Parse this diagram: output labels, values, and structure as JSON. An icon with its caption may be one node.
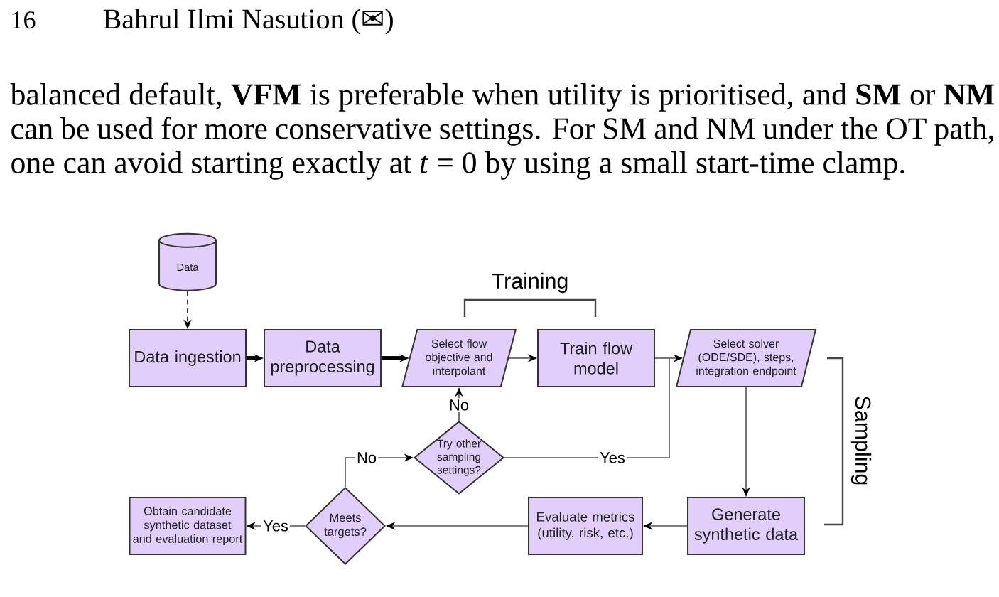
{
  "diagram": {
    "nodes": [
      {
        "text": [
          "Data"
        ]
      },
      {
        "text": [
          "Data ingestion"
        ]
      },
      {
        "text": [
          "Data preprocessing"
        ]
      },
      {
        "text": [
          "Select flow objective and interpolant"
        ]
      },
      {
        "text": [
          "Train flow model"
        ]
      },
      {
        "text": [
          "Select solver (ODE/SDE), steps, integration endpoint"
        ]
      },
      {
        "text": [
          "Try other sampling settings?"
        ]
      },
      {
        "text": [
          "Obtain candidate synthetic dataset and evaluation report"
        ]
      },
      {
        "text": [
          "Meets targets?"
        ]
      },
      {
        "text": [
          "Evaluate metrics (utility, risk, etc.)"
        ]
      },
      {
        "text": [
          "Generate synthetic data"
        ]
      }
    ],
    "edges": [
      {
        "from": 0,
        "to": 1,
        "arrow": "to",
        "style": "dashed"
      },
      {
        "from": 1,
        "to": 2,
        "arrow": "to",
        "style": "thick"
      },
      {
        "from": 2,
        "to": 3,
        "arrow": "to",
        "style": "thick"
      },
      {
        "from": 3,
        "to": 4,
        "arrow": "to"
      },
      {
        "from": 4,
        "to": 5,
        "arrow": "to"
      },
      {
        "from": 5,
        "to": 10,
        "arrow": "to"
      },
      {
        "from": 10,
        "to": 9,
        "arrow": "to"
      },
      {
        "from": 9,
        "to": 8,
        "arrow": "to"
      },
      {
        "from": 8,
        "to": 7,
        "arrow": "to",
        "label": "Yes"
      },
      {
        "from": 8,
        "to": 6,
        "arrow": "to",
        "label": "No"
      },
      {
        "from": 6,
        "to": 3,
        "arrow": "to",
        "label": "No"
      },
      {
        "from": 6,
        "to": 5,
        "arrow": "to",
        "label": "Yes"
      }
    ],
    "labels": [
      "16",
      "Bahrul Ilmi Nasution (✉)",
      "balanced default, **VFM** is preferable when utility is prioritised, and **SM** or **NM** can be used for more conservative settings. For SM and NM under the OT path, one can avoid starting exactly at *t* = 0 by using a small start-time clamp.",
      "Training",
      "Sampling"
    ]
  }
}
